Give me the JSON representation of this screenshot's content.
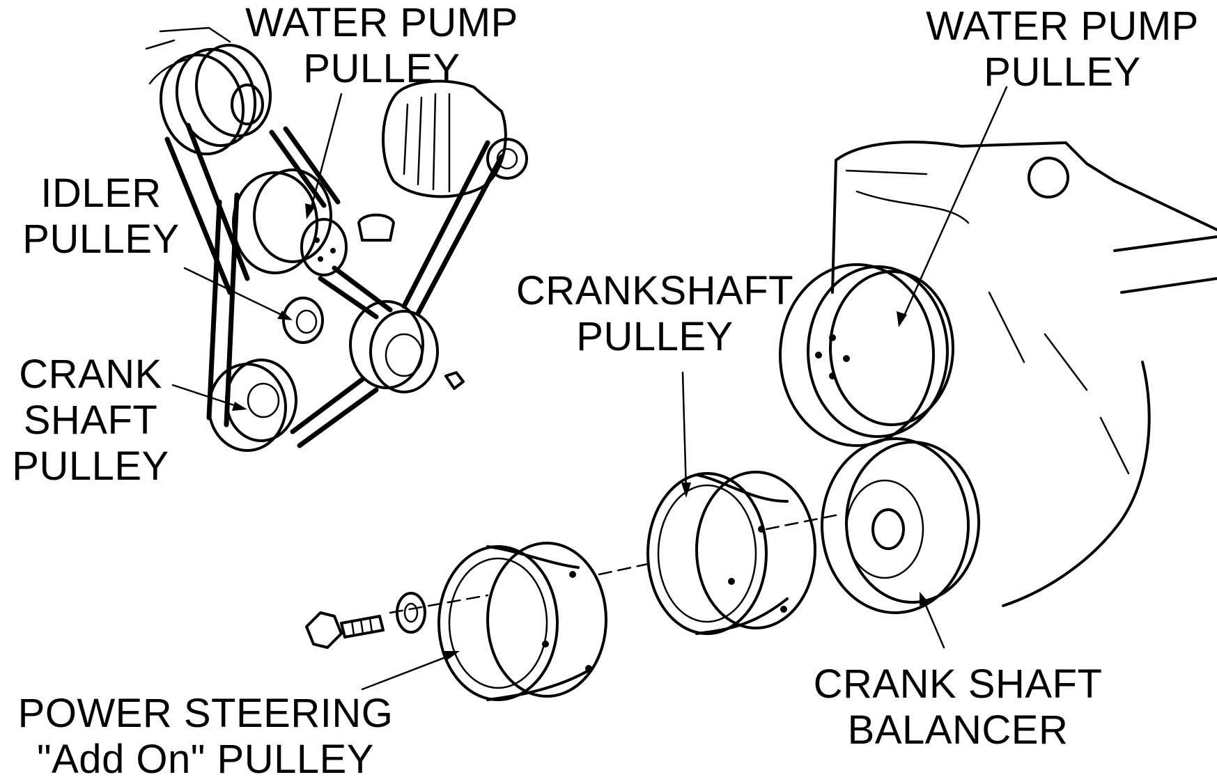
{
  "labels": {
    "water_pump_pulley_left": {
      "line1": "WATER PUMP",
      "line2": "PULLEY"
    },
    "idler_pulley": {
      "line1": "IDLER",
      "line2": "PULLEY"
    },
    "crank_shaft_pulley_left": {
      "line1": "CRANK",
      "line2": "SHAFT",
      "line3": "PULLEY"
    },
    "water_pump_pulley_right": {
      "line1": "WATER PUMP",
      "line2": "PULLEY"
    },
    "crankshaft_pulley_center": {
      "line1": "CRANKSHAFT",
      "line2": "PULLEY"
    },
    "crank_shaft_balancer": {
      "line1": "CRANK SHAFT",
      "line2": "BALANCER"
    },
    "power_steering_pulley": {
      "line1": "POWER STEERING",
      "line2": "\"Add On\" PULLEY"
    }
  },
  "colors": {
    "ink": "#000000",
    "paper": "#ffffff"
  }
}
